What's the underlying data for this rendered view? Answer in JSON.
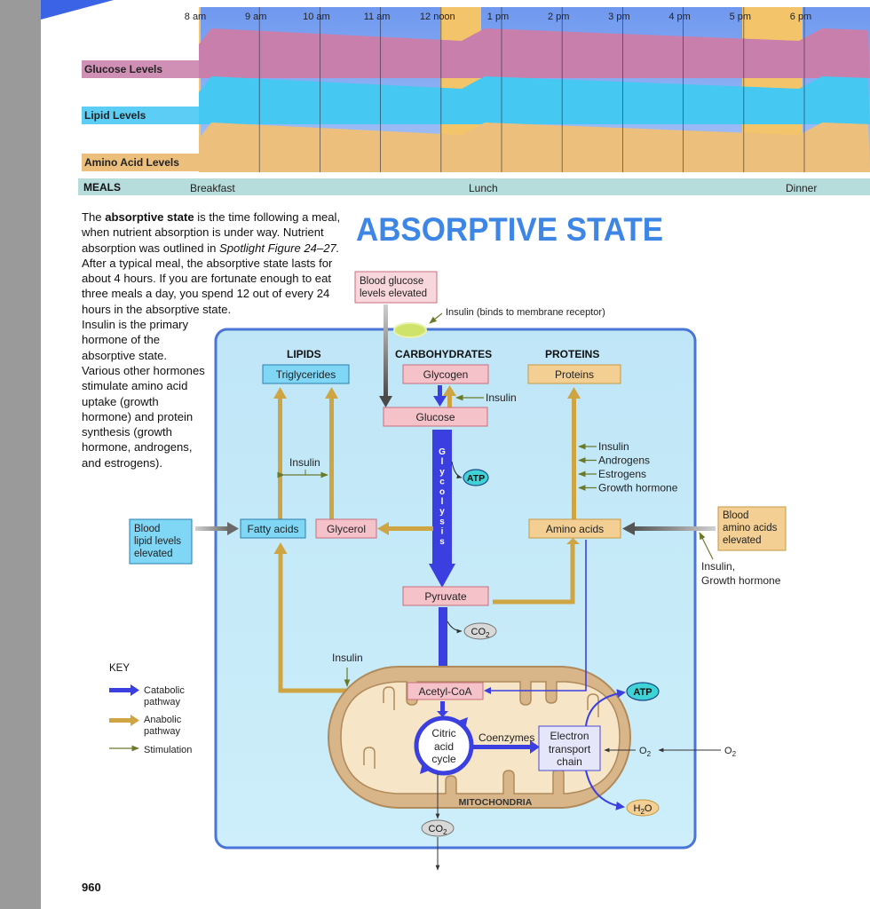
{
  "timeline": {
    "hours": [
      "8 am",
      "9 am",
      "10 am",
      "11 am",
      "12 noon",
      "1 pm",
      "2 pm",
      "3 pm",
      "4 pm",
      "5 pm",
      "6 pm"
    ],
    "rows": {
      "glucose": "Glucose Levels",
      "lipid": "Lipid Levels",
      "amino": "Amino Acid Levels"
    },
    "meals_label": "MEALS",
    "meals": [
      "Breakfast",
      "Lunch",
      "Dinner"
    ],
    "colors": {
      "glucose": "#c97fab",
      "lipid": "#45c8f2",
      "amino": "#ecc07c",
      "meal_highlight": "#f3c46a",
      "sky": "#8fb4f5",
      "meals_bar": "#b7dcdc"
    }
  },
  "intro": {
    "p1_before": "The ",
    "p1_bold": "absorptive state",
    "p1_mid": " is the time following a meal, when nutrient absorption is under way. Nutrient absorption was outlined in ",
    "p1_ital": "Spotlight Figure 24–27.",
    "p1_after": " After a typical meal, the absorptive state lasts for about 4 hours. If you are fortunate enough to eat three meals a day, you spend 12 out of every 24 hours in the absorptive state.",
    "p2": "Insulin is the primary hormone of the absorptive state. Various other hormones stimulate amino acid uptake (growth hormone) and protein synthesis (growth hormone, androgens, and estrogens)."
  },
  "heading": "ABSORPTIVE STATE",
  "diagram": {
    "blood_glucose": [
      "Blood glucose",
      "levels elevated"
    ],
    "insulin_receptor": "Insulin (binds to membrane receptor)",
    "headers": {
      "lipids": "LIPIDS",
      "carbohydrates": "CARBOHYDRATES",
      "proteins": "PROTEINS"
    },
    "triglycerides": "Triglycerides",
    "glycogen": "Glycogen",
    "proteins_box": "Proteins",
    "glucose": "Glucose",
    "insulin": "Insulin",
    "glycolysis": [
      "G",
      "l",
      "y",
      "c",
      "o",
      "l",
      "y",
      "s",
      "i",
      "s"
    ],
    "atp": "ATP",
    "protein_hormones": [
      "Insulin",
      "Androgens",
      "Estrogens",
      "Growth hormone"
    ],
    "fatty_acids": "Fatty acids",
    "glycerol": "Glycerol",
    "amino_acids": "Amino acids",
    "blood_lipid": [
      "Blood",
      "lipid levels",
      "elevated"
    ],
    "blood_amino": [
      "Blood",
      "amino acids",
      "elevated"
    ],
    "amino_hormones": [
      "Insulin,",
      "Growth hormone"
    ],
    "pyruvate": "Pyruvate",
    "co2": "CO",
    "co2_sub": "2",
    "acetyl_coa": "Acetyl-CoA",
    "citric": [
      "Citric",
      "acid",
      "cycle"
    ],
    "coenzymes": "Coenzymes",
    "etc": [
      "Electron",
      "transport",
      "chain"
    ],
    "o2": "O",
    "o2_sub": "2",
    "h2o": [
      "H",
      "2",
      "O"
    ],
    "mitochondria": "MITOCHONDRIA"
  },
  "key": {
    "title": "KEY",
    "catabolic": [
      "Catabolic",
      "pathway"
    ],
    "anabolic": [
      "Anabolic",
      "pathway"
    ],
    "stimulation": "Stimulation",
    "colors": {
      "catabolic": "#3b3fe0",
      "anabolic": "#cfa443",
      "stimulation": "#6a7a2a"
    }
  },
  "page_number": "960"
}
